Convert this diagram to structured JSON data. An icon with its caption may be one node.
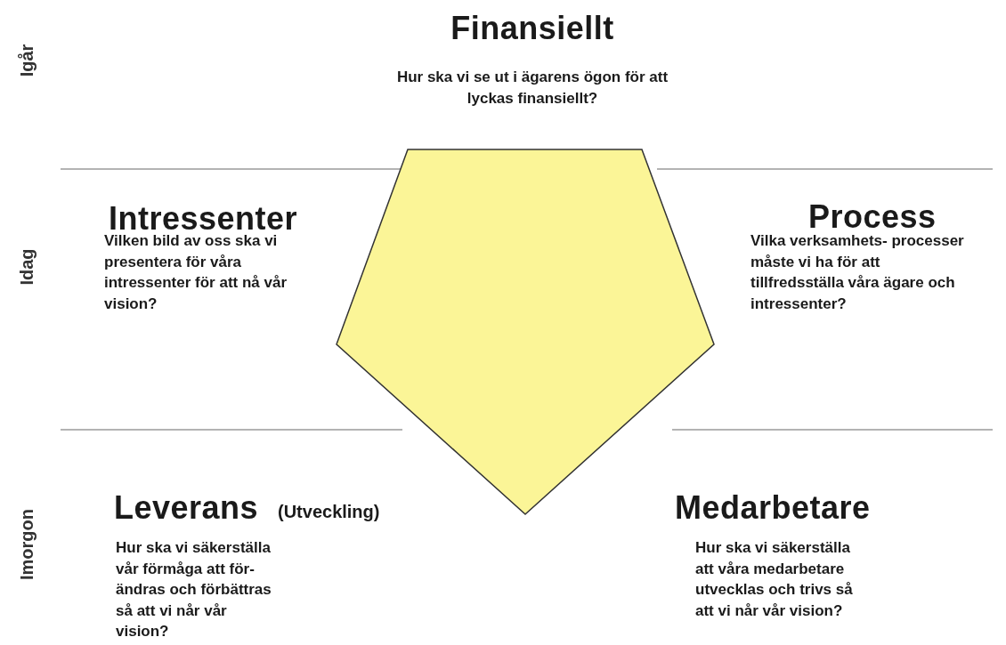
{
  "diagram": {
    "nodes": [
      {
        "text": [],
        "shape": "pentagon"
      }
    ],
    "labels": [
      "Igår",
      "Finansiellt",
      "Hur ska vi se ut i ägarens ögon för att lyckas finansiellt?",
      "Intressenter",
      "Process",
      "Idag",
      "Vilken bild av oss ska vi presentera för våra intressenter för att nå vår vision?",
      "Vilka verksamhets- processer måste vi ha för att tillfredsställa våra ägare och intressenter?",
      "Leverans",
      "(Utveckling)",
      "Medarbetare",
      "Imorgon",
      "Hur ska vi säkerställa vår förmåga att för- ändras och förbättras så att vi når vår vision?",
      "Hur ska vi säkerställa att våra medarbetare utvecklas och trivs så att vi når vår vision?"
    ]
  }
}
